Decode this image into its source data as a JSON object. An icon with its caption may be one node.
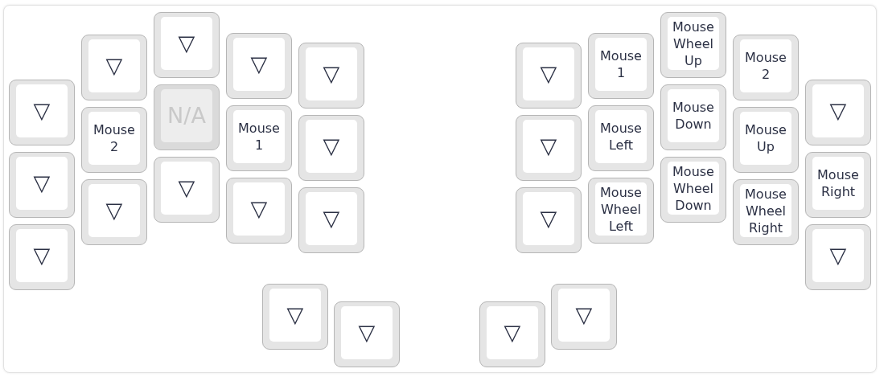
{
  "diagram": {
    "nodes": [
      {
        "text": [
          "▽"
        ]
      },
      {
        "text": [
          "▽"
        ]
      },
      {
        "text": [
          "▽"
        ]
      },
      {
        "text": [
          "▽"
        ]
      },
      {
        "text": [
          "▽"
        ]
      },
      {
        "text": [
          "▽"
        ]
      },
      {
        "text": [
          "Mouse 1"
        ]
      },
      {
        "text": [
          "Mouse Wheel Up"
        ]
      },
      {
        "text": [
          "Mouse 2"
        ]
      },
      {
        "text": [
          "▽"
        ]
      },
      {
        "text": [
          "▽"
        ]
      },
      {
        "text": [
          "Mouse 2"
        ]
      },
      {
        "text": [
          "N/A"
        ]
      },
      {
        "text": [
          "Mouse 1"
        ]
      },
      {
        "text": [
          "▽"
        ]
      },
      {
        "text": [
          "▽"
        ]
      },
      {
        "text": [
          "Mouse Left"
        ]
      },
      {
        "text": [
          "Mouse Down"
        ]
      },
      {
        "text": [
          "Mouse Up"
        ]
      },
      {
        "text": [
          "Mouse Right"
        ]
      },
      {
        "text": [
          "▽"
        ]
      },
      {
        "text": [
          "▽"
        ]
      },
      {
        "text": [
          "▽"
        ]
      },
      {
        "text": [
          "▽"
        ]
      },
      {
        "text": [
          "▽"
        ]
      },
      {
        "text": [
          "▽"
        ]
      },
      {
        "text": [
          "Mouse Wheel Left"
        ]
      },
      {
        "text": [
          "Mouse Wheel Down"
        ]
      },
      {
        "text": [
          "Mouse Wheel Right"
        ]
      },
      {
        "text": [
          "▽"
        ]
      },
      {
        "text": [
          "▽"
        ]
      },
      {
        "text": [
          "▽"
        ]
      },
      {
        "text": [
          "▽"
        ]
      },
      {
        "text": [
          "▽"
        ]
      }
    ]
  }
}
